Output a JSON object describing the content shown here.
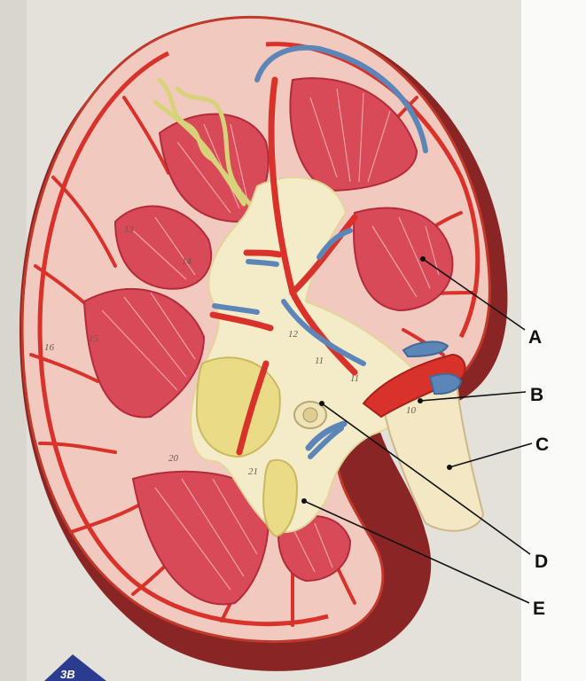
{
  "labels": [
    {
      "letter": "A",
      "name": "renal-pyramid"
    },
    {
      "letter": "B",
      "name": "renal-vein"
    },
    {
      "letter": "C",
      "name": "ureter"
    },
    {
      "letter": "D",
      "name": "renal-pelvis-cross-section"
    },
    {
      "letter": "E",
      "name": "minor-calyx"
    }
  ],
  "model_numbers": [
    "12",
    "11",
    "11",
    "10",
    "21",
    "13",
    "14",
    "15",
    "16",
    "20"
  ],
  "logo": {
    "text": "3B"
  },
  "colors": {
    "wall": "#e9e7e2",
    "panel": "#fafaf8",
    "cortex": "#f2c9bf",
    "artery": "#d8322b",
    "vein": "#5d86b8",
    "pyramid": "#d94a58",
    "sinus": "#f4ecc9",
    "capsule": "#8a2525",
    "nephron": "#e6e08a"
  }
}
